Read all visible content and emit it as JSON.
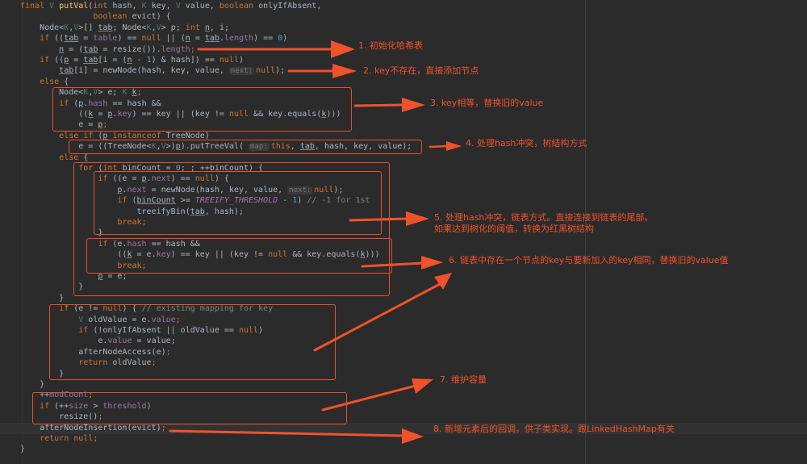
{
  "editor": {
    "code_lines": [
      [
        [
          "k",
          "final "
        ],
        [
          "t",
          "V "
        ],
        [
          "m",
          "putVal"
        ],
        [
          "d",
          "("
        ],
        [
          "k",
          "int "
        ],
        [
          "d",
          "hash, "
        ],
        [
          "t",
          "K "
        ],
        [
          "d",
          "key, "
        ],
        [
          "t",
          "V "
        ],
        [
          "d",
          "value, "
        ],
        [
          "k",
          "boolean "
        ],
        [
          "d",
          "onlyIfAbsent,"
        ]
      ],
      [
        [
          "d",
          "               "
        ],
        [
          "k",
          "boolean "
        ],
        [
          "d",
          "evict) {"
        ]
      ],
      [
        [
          "d",
          "    Node<"
        ],
        [
          "t",
          "K"
        ],
        [
          "d",
          ","
        ],
        [
          "t",
          "V"
        ],
        [
          "d",
          ">[] "
        ],
        [
          "u",
          "tab"
        ],
        [
          "d",
          "; Node<"
        ],
        [
          "t",
          "K"
        ],
        [
          "d",
          ","
        ],
        [
          "t",
          "V"
        ],
        [
          "d",
          "> p; "
        ],
        [
          "k",
          "int "
        ],
        [
          "u",
          "n"
        ],
        [
          "d",
          ", i;"
        ]
      ],
      [
        [
          "d",
          "    "
        ],
        [
          "k",
          "if "
        ],
        [
          "d",
          "(("
        ],
        [
          "u",
          "tab"
        ],
        [
          "d",
          " = "
        ],
        [
          "f",
          "table"
        ],
        [
          "d",
          ") == "
        ],
        [
          "k",
          "null "
        ],
        [
          "d",
          "|| ("
        ],
        [
          "u",
          "n"
        ],
        [
          "d",
          " = "
        ],
        [
          "u",
          "tab"
        ],
        [
          "d",
          "."
        ],
        [
          "f",
          "length"
        ],
        [
          "d",
          ") == "
        ],
        [
          "n",
          "0"
        ],
        [
          "d",
          ")"
        ]
      ],
      [
        [
          "d",
          "        "
        ],
        [
          "u",
          "n"
        ],
        [
          "d",
          " = ("
        ],
        [
          "u",
          "tab"
        ],
        [
          "d",
          " = resize())."
        ],
        [
          "f",
          "length"
        ],
        [
          "k",
          ";"
        ]
      ],
      [
        [
          "d",
          "    "
        ],
        [
          "k",
          "if "
        ],
        [
          "d",
          "(("
        ],
        [
          "u",
          "p"
        ],
        [
          "d",
          " = "
        ],
        [
          "u",
          "tab"
        ],
        [
          "d",
          "[i = ("
        ],
        [
          "u",
          "n"
        ],
        [
          "d",
          " - "
        ],
        [
          "n",
          "1"
        ],
        [
          "d",
          ") & hash]) == "
        ],
        [
          "k",
          "null"
        ],
        [
          "d",
          ")"
        ]
      ],
      [
        [
          "d",
          "        "
        ],
        [
          "u",
          "tab"
        ],
        [
          "d",
          "[i] = newNode(hash, key, value, "
        ],
        [
          "h",
          "next:"
        ],
        [
          "k",
          "null"
        ],
        [
          "d",
          ");"
        ]
      ],
      [
        [
          "d",
          "    "
        ],
        [
          "k",
          "else "
        ],
        [
          "d",
          "{"
        ]
      ],
      [
        [
          "d",
          "        Node<"
        ],
        [
          "t",
          "K"
        ],
        [
          "d",
          ","
        ],
        [
          "t",
          "V"
        ],
        [
          "d",
          "> e; "
        ],
        [
          "t",
          "K "
        ],
        [
          "u",
          "k"
        ],
        [
          "k",
          ";"
        ]
      ],
      [
        [
          "d",
          "        "
        ],
        [
          "k",
          "if "
        ],
        [
          "d",
          "("
        ],
        [
          "u",
          "p"
        ],
        [
          "d",
          "."
        ],
        [
          "f",
          "hash"
        ],
        [
          "d",
          " == hash &&"
        ]
      ],
      [
        [
          "d",
          "            (("
        ],
        [
          "u",
          "k"
        ],
        [
          "d",
          " = "
        ],
        [
          "u",
          "p"
        ],
        [
          "d",
          "."
        ],
        [
          "f",
          "key"
        ],
        [
          "d",
          ") == key || (key != "
        ],
        [
          "k",
          "null "
        ],
        [
          "d",
          "&& key.equals("
        ],
        [
          "u",
          "k"
        ],
        [
          "d",
          ")))"
        ]
      ],
      [
        [
          "d",
          "            e = "
        ],
        [
          "u",
          "p"
        ],
        [
          "k",
          ";"
        ]
      ],
      [
        [
          "d",
          "        "
        ],
        [
          "k",
          "else if "
        ],
        [
          "d",
          "("
        ],
        [
          "u",
          "p"
        ],
        [
          "k",
          " instanceof "
        ],
        [
          "d",
          "TreeNode)"
        ]
      ],
      [
        [
          "d",
          "            e = ((TreeNode<"
        ],
        [
          "t",
          "K"
        ],
        [
          "d",
          ","
        ],
        [
          "t",
          "V"
        ],
        [
          "d",
          ">)"
        ],
        [
          "u",
          "p"
        ],
        [
          "d",
          ").putTreeVal( "
        ],
        [
          "h",
          "map:"
        ],
        [
          "k",
          "this"
        ],
        [
          "d",
          ", "
        ],
        [
          "u",
          "tab"
        ],
        [
          "d",
          ", hash, key, value);"
        ]
      ],
      [
        [
          "d",
          "        "
        ],
        [
          "k",
          "else "
        ],
        [
          "d",
          "{"
        ]
      ],
      [
        [
          "d",
          "            "
        ],
        [
          "k",
          "for "
        ],
        [
          "d",
          "("
        ],
        [
          "k",
          "int "
        ],
        [
          "u",
          "binCount"
        ],
        [
          "d",
          " = "
        ],
        [
          "n",
          "0"
        ],
        [
          "d",
          "; ; ++"
        ],
        [
          "u",
          "binCount"
        ],
        [
          "d",
          ") {"
        ]
      ],
      [
        [
          "d",
          "                "
        ],
        [
          "k",
          "if "
        ],
        [
          "d",
          "((e = "
        ],
        [
          "u",
          "p"
        ],
        [
          "d",
          "."
        ],
        [
          "f",
          "next"
        ],
        [
          "d",
          ") == "
        ],
        [
          "k",
          "null"
        ],
        [
          "d",
          ") {"
        ]
      ],
      [
        [
          "d",
          "                    "
        ],
        [
          "u",
          "p"
        ],
        [
          "d",
          "."
        ],
        [
          "f",
          "next"
        ],
        [
          "d",
          " = newNode(hash, key, value, "
        ],
        [
          "h",
          "next:"
        ],
        [
          "k",
          "null"
        ],
        [
          "d",
          ");"
        ]
      ],
      [
        [
          "d",
          "                    "
        ],
        [
          "k",
          "if "
        ],
        [
          "d",
          "("
        ],
        [
          "u",
          "binCount"
        ],
        [
          "d",
          " >= "
        ],
        [
          "s",
          "TREEIFY_THRESHOLD"
        ],
        [
          "d",
          " - "
        ],
        [
          "n",
          "1"
        ],
        [
          "d",
          ") "
        ],
        [
          "c",
          "// -1 for 1st"
        ]
      ],
      [
        [
          "d",
          "                        treeifyBin("
        ],
        [
          "u",
          "tab"
        ],
        [
          "d",
          ", hash);"
        ]
      ],
      [
        [
          "d",
          "                    "
        ],
        [
          "k",
          "break;"
        ]
      ],
      [
        [
          "d",
          "                }"
        ]
      ],
      [
        [
          "d",
          "                "
        ],
        [
          "k",
          "if "
        ],
        [
          "d",
          "(e."
        ],
        [
          "f",
          "hash"
        ],
        [
          "d",
          " == hash &&"
        ]
      ],
      [
        [
          "d",
          "                    (("
        ],
        [
          "u",
          "k"
        ],
        [
          "d",
          " = e."
        ],
        [
          "f",
          "key"
        ],
        [
          "d",
          ") == key || (key != "
        ],
        [
          "k",
          "null "
        ],
        [
          "d",
          "&& key.equals("
        ],
        [
          "u",
          "k"
        ],
        [
          "d",
          ")))"
        ]
      ],
      [
        [
          "d",
          "                    "
        ],
        [
          "k",
          "break;"
        ]
      ],
      [
        [
          "d",
          "                "
        ],
        [
          "u",
          "p"
        ],
        [
          "d",
          " = e;"
        ]
      ],
      [
        [
          "d",
          "            }"
        ]
      ],
      [
        [
          "d",
          "        }"
        ]
      ],
      [
        [
          "d",
          "        "
        ],
        [
          "k",
          "if "
        ],
        [
          "d",
          "(e != "
        ],
        [
          "k",
          "null"
        ],
        [
          "d",
          ") { "
        ],
        [
          "c",
          "// existing mapping for key"
        ]
      ],
      [
        [
          "d",
          "            "
        ],
        [
          "t",
          "V "
        ],
        [
          "d",
          "oldValue = e."
        ],
        [
          "f",
          "value"
        ],
        [
          "k",
          ";"
        ]
      ],
      [
        [
          "d",
          "            "
        ],
        [
          "k",
          "if "
        ],
        [
          "d",
          "(!onlyIfAbsent || oldValue == "
        ],
        [
          "k",
          "null"
        ],
        [
          "d",
          ")"
        ]
      ],
      [
        [
          "d",
          "                e."
        ],
        [
          "f",
          "value"
        ],
        [
          "d",
          " = value;"
        ]
      ],
      [
        [
          "d",
          "            afterNodeAccess(e)"
        ],
        [
          "k",
          ";"
        ]
      ],
      [
        [
          "d",
          "            "
        ],
        [
          "k",
          "return "
        ],
        [
          "d",
          "oldValue"
        ],
        [
          "k",
          ";"
        ]
      ],
      [
        [
          "d",
          "        }"
        ]
      ],
      [
        [
          "d",
          "    }"
        ]
      ],
      [
        [
          "d",
          "    ++"
        ],
        [
          "f",
          "modCount"
        ],
        [
          "k",
          ";"
        ]
      ],
      [
        [
          "d",
          "    "
        ],
        [
          "k",
          "if "
        ],
        [
          "d",
          "(++"
        ],
        [
          "f",
          "size"
        ],
        [
          "d",
          " > "
        ],
        [
          "f",
          "threshold"
        ],
        [
          "d",
          ")"
        ]
      ],
      [
        [
          "d",
          "        resize()"
        ],
        [
          "k",
          ";"
        ]
      ],
      [
        [
          "d",
          "    afterNodeInsertion(evict)"
        ],
        [
          "k",
          ";"
        ]
      ],
      [
        [
          "d",
          "    "
        ],
        [
          "k",
          "return null;"
        ]
      ],
      [
        [
          "d",
          "}"
        ]
      ]
    ]
  },
  "annotations": [
    "1. 初始化哈希表",
    "2. key不存在，直接添加节点",
    "3. key相等，替换旧的value",
    "4. 处理hash冲突，树结构方式",
    "5. 处理hash冲突，链表方式。直接连接到链表的尾部。",
    "如果达到树化的阈值，转换为红黑树结构",
    "6. 链表中存在一个节点的key与要新加入的key相同，替换旧的value值",
    "7. 维护容量",
    "8. 新增元素后的回调，供子类实现。跟LinkedHashMap有关"
  ],
  "colors": {
    "background": "#2b2b2b",
    "annotation": "#e8502a",
    "keyword": "#cc7832",
    "field": "#9876aa",
    "text": "#a9b7c6"
  }
}
